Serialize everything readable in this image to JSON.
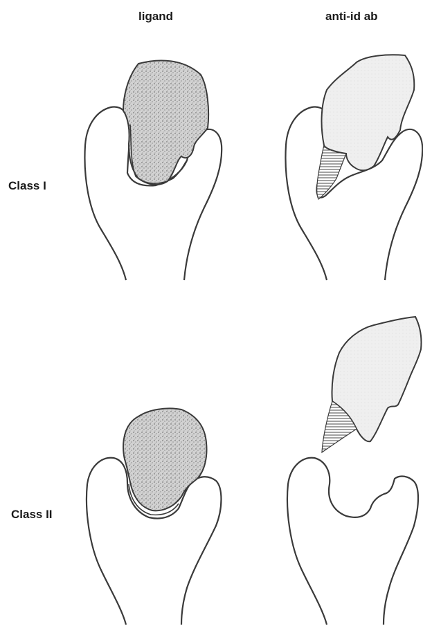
{
  "columns": {
    "ligand": "ligand",
    "anti_id": "anti-id ab"
  },
  "rows": {
    "class_1": "Class I",
    "class_2": "Class II"
  },
  "colors": {
    "outline": "#3a3a3a",
    "ligand_fill": "#cfcfcf",
    "anti_id_fill": "#eeeeee"
  }
}
